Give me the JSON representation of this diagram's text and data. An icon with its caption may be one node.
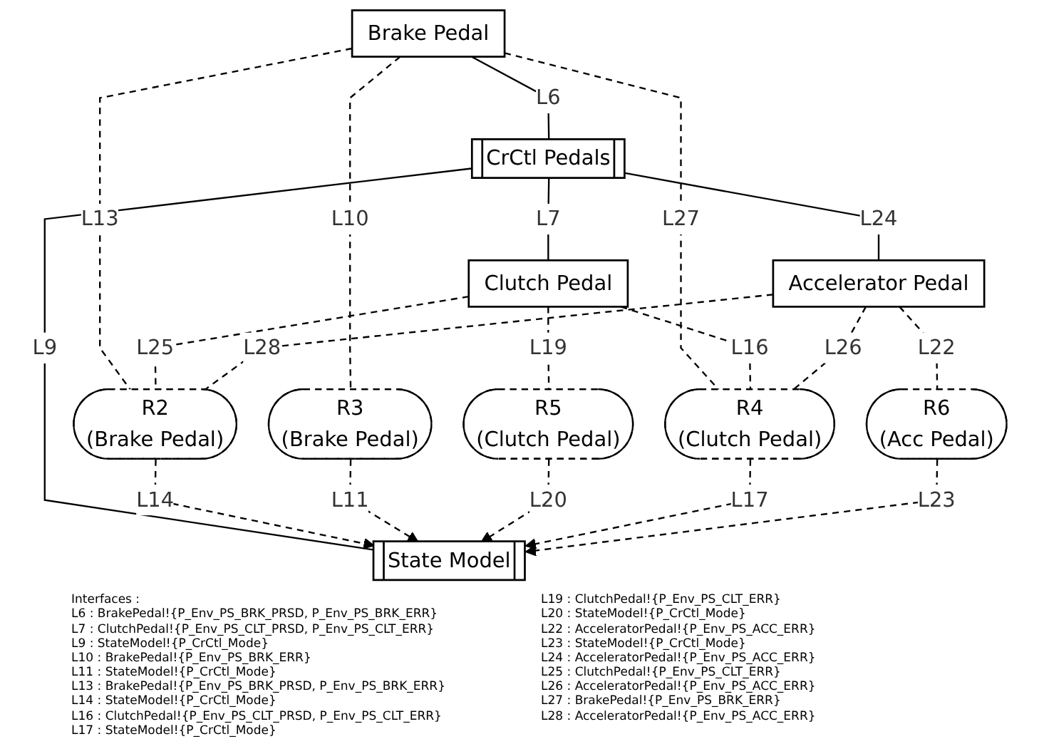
{
  "diagram": {
    "nodes": [
      {
        "text": [
          "Brake Pedal"
        ]
      },
      {
        "text": [
          "CrCtl Pedals"
        ]
      },
      {
        "text": [
          "Clutch Pedal"
        ]
      },
      {
        "text": [
          "Accelerator Pedal"
        ]
      },
      {
        "text": [
          "R2",
          "(Brake Pedal)"
        ]
      },
      {
        "text": [
          "R5",
          "(Clutch Pedal)"
        ]
      },
      {
        "text": [
          "R4",
          "(Clutch Pedal)"
        ]
      },
      {
        "text": [
          "R3",
          "(Brake Pedal)"
        ]
      },
      {
        "text": [
          "State Model"
        ]
      },
      {
        "text": [
          "R6",
          "(Acc Pedal)"
        ]
      }
    ],
    "edges": [
      {
        "from": 0,
        "to": 1,
        "arrow": "none",
        "label": "L6"
      },
      {
        "from": 1,
        "to": 2,
        "arrow": "none",
        "label": "L7"
      },
      {
        "from": 1,
        "to": 3,
        "arrow": "none",
        "label": "L24"
      },
      {
        "from": 1,
        "to": 8,
        "arrow": "none",
        "label": "L9"
      },
      {
        "from": 0,
        "to": 7,
        "arrow": "none",
        "label": "L10",
        "style": "dashed"
      },
      {
        "from": 0,
        "to": 4,
        "arrow": "none",
        "label": "L13",
        "style": "dashed"
      },
      {
        "from": 0,
        "to": 6,
        "arrow": "none",
        "label": "L27",
        "style": "dashed"
      },
      {
        "from": 2,
        "to": 4,
        "arrow": "none",
        "label": "L25",
        "style": "dashed"
      },
      {
        "from": 3,
        "to": 4,
        "arrow": "none",
        "label": "L28",
        "style": "dashed"
      },
      {
        "from": 2,
        "to": 5,
        "arrow": "none",
        "label": "L19",
        "style": "dashed"
      },
      {
        "from": 2,
        "to": 6,
        "arrow": "none",
        "label": "L16",
        "style": "dashed"
      },
      {
        "from": 3,
        "to": 6,
        "arrow": "none",
        "label": "L26",
        "style": "dashed"
      },
      {
        "from": 3,
        "to": 9,
        "arrow": "none",
        "label": "L22",
        "style": "dashed"
      },
      {
        "from": 4,
        "to": 8,
        "arrow": "to",
        "label": "L14",
        "style": "dashed"
      },
      {
        "from": 7,
        "to": 8,
        "arrow": "to",
        "label": "L11",
        "style": "dashed"
      },
      {
        "from": 5,
        "to": 8,
        "arrow": "to",
        "label": "L20",
        "style": "dashed"
      },
      {
        "from": 6,
        "to": 8,
        "arrow": "to",
        "label": "L17",
        "style": "dashed"
      },
      {
        "from": 9,
        "to": 8,
        "arrow": "to",
        "label": "L23",
        "style": "dashed"
      }
    ],
    "labels": [
      "Interfaces :",
      "L6 : BrakePedal!{P_Env_PS_BRK_PRSD, P_Env_PS_BRK_ERR}",
      "L7 : ClutchPedal!{P_Env_PS_CLT_PRSD, P_Env_PS_CLT_ERR}",
      "L9 : StateModel!{P_CrCtl_Mode}",
      "L10 : BrakePedal!{P_Env_PS_BRK_ERR}",
      "L11 : StateModel!{P_CrCtl_Mode}",
      "L13 : BrakePedal!{P_Env_PS_BRK_PRSD, P_Env_PS_BRK_ERR}",
      "L14 : StateModel!{P_CrCtl_Mode}",
      "L16 : ClutchPedal!{P_Env_PS_CLT_PRSD, P_Env_PS_CLT_ERR}",
      "L17 : StateModel!{P_CrCtl_Mode}",
      "L19 : ClutchPedal!{P_Env_PS_CLT_ERR}",
      "L20 : StateModel!{P_CrCtl_Mode}",
      "L22 : AcceleratorPedal!{P_Env_PS_ACC_ERR}",
      "L23 : StateModel!{P_CrCtl_Mode}",
      "L24 : AcceleratorPedal!{P_Env_PS_ACC_ERR}",
      "L25 : ClutchPedal!{P_Env_PS_CLT_ERR}",
      "L26 : AcceleratorPedal!{P_Env_PS_ACC_ERR}",
      "L27 : BrakePedal!{P_Env_PS_BRK_ERR}",
      "L28 : AcceleratorPedal!{P_Env_PS_ACC_ERR}"
    ]
  }
}
